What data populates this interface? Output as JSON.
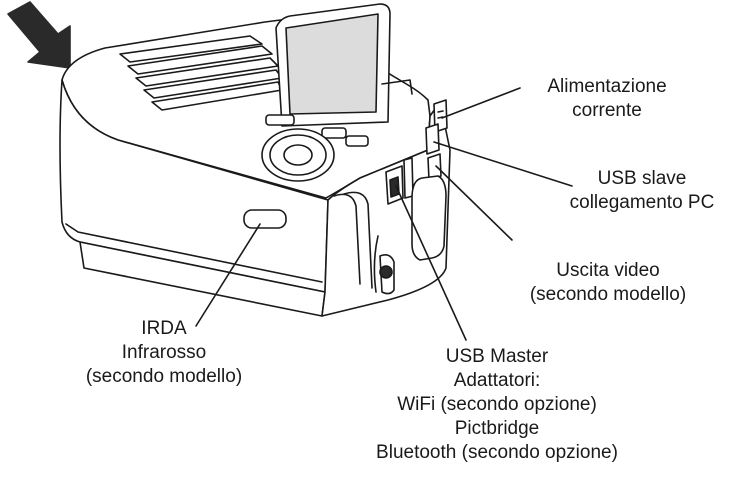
{
  "callouts": {
    "power": {
      "lines": [
        "Alimentazione",
        "corrente"
      ]
    },
    "usb_slave": {
      "lines": [
        "USB slave",
        "collegamento PC"
      ]
    },
    "video_out": {
      "lines": [
        "Uscita video",
        "(secondo modello)"
      ]
    },
    "irda": {
      "lines": [
        "IRDA",
        "Infrarosso",
        "(secondo modello)"
      ]
    },
    "usb_master": {
      "lines": [
        "USB Master",
        "Adattatori:",
        "WiFi (secondo opzione)",
        "Pictbridge",
        "Bluetooth (secondo opzione)"
      ]
    }
  },
  "colors": {
    "ink": "#1a1a1a",
    "body": "#ffffff",
    "shade": "#e6e6e6",
    "screen": "#c8c8c8"
  }
}
